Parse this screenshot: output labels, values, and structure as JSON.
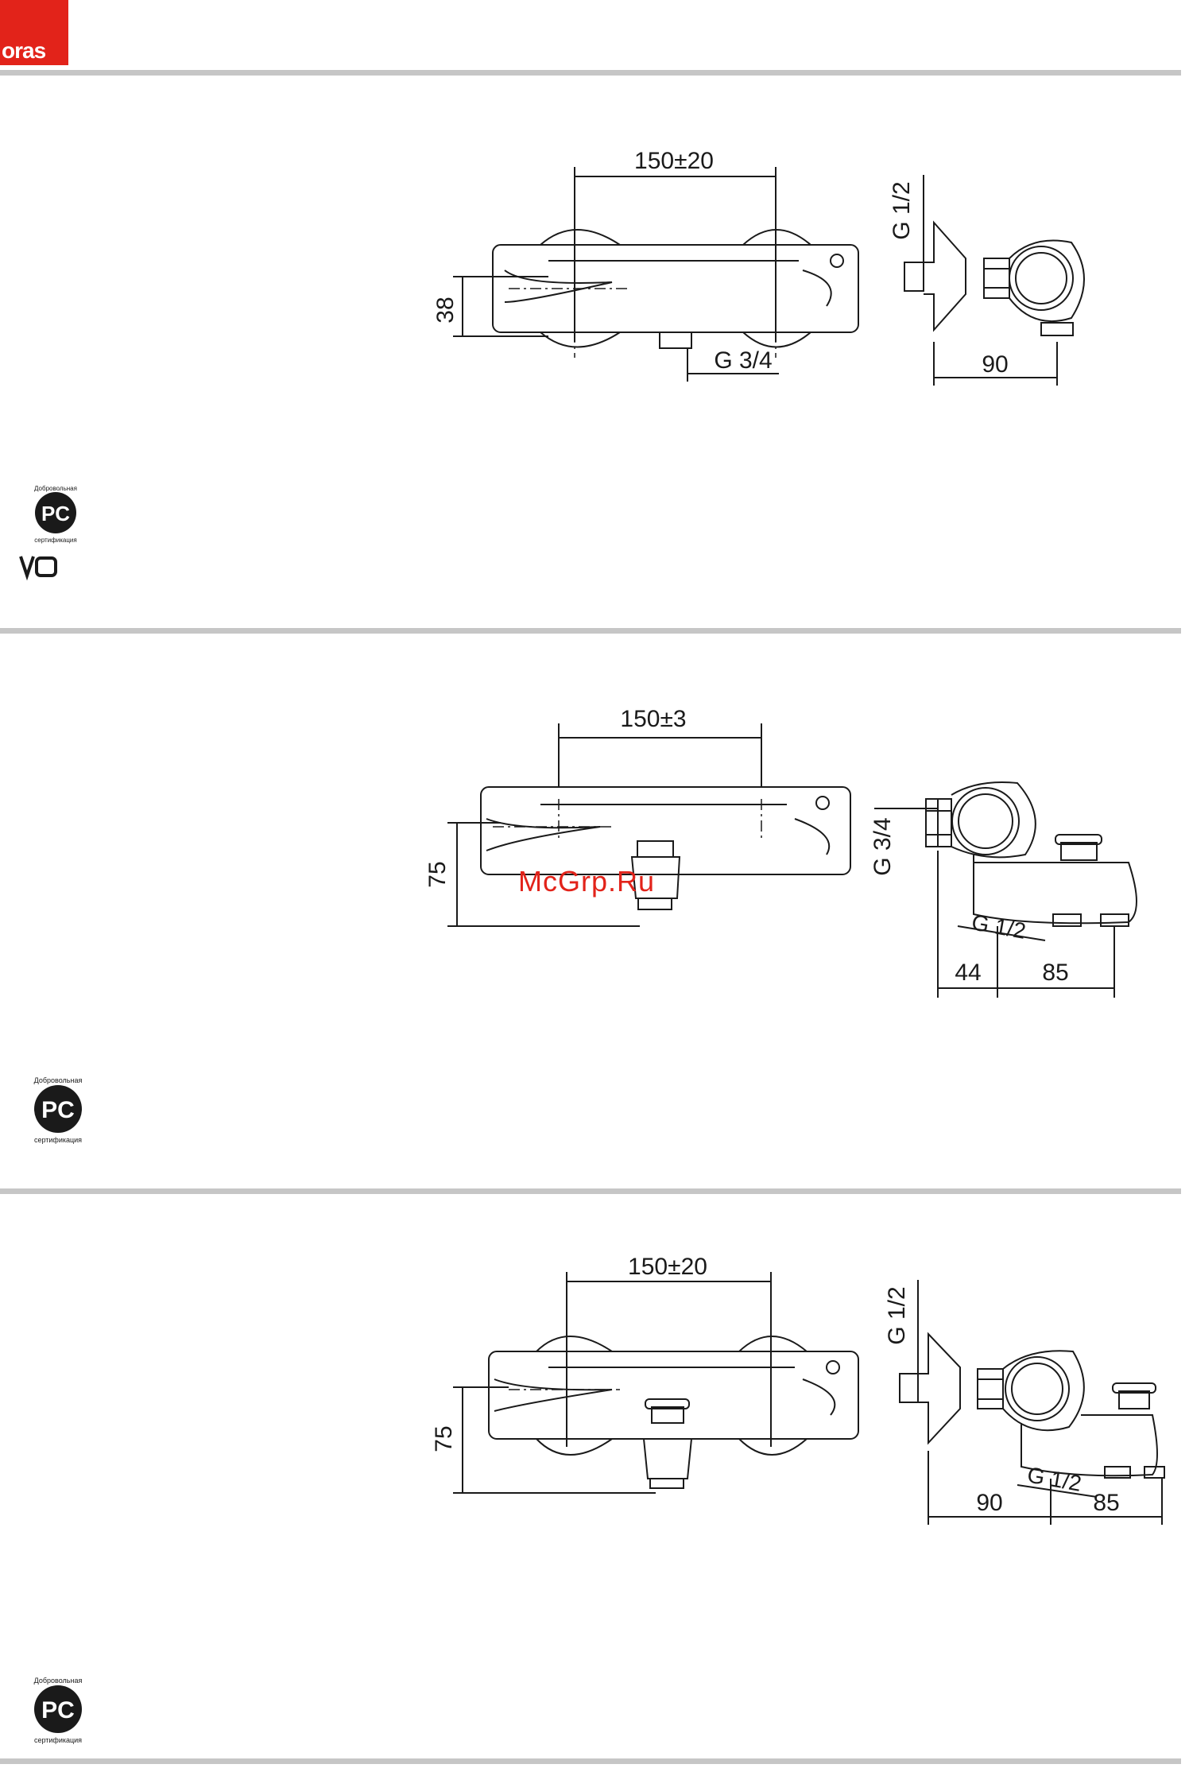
{
  "brand": {
    "logo_text": "oras",
    "color": "#e2231a"
  },
  "watermark": "McGrp.Ru",
  "sections": [
    {
      "front": {
        "width_dim": "150±20",
        "height_dim": "38",
        "outlet_dim": "G 3/4"
      },
      "side": {
        "inlet_dim": "G 1/2",
        "depth_dim": "90"
      },
      "certs": [
        "rst-mark",
        "vd-mark"
      ]
    },
    {
      "front": {
        "width_dim": "150±3",
        "height_dim": "75"
      },
      "side": {
        "inlet_dim": "G 3/4",
        "spout_dim": "G 1/2",
        "dim_a": "44",
        "dim_b": "85"
      },
      "certs": [
        "rst-mark"
      ]
    },
    {
      "front": {
        "width_dim": "150±20",
        "height_dim": "75"
      },
      "side": {
        "inlet_dim": "G 1/2",
        "spout_dim": "G 1/2",
        "dim_a": "90",
        "dim_b": "85"
      },
      "certs": [
        "rst-mark"
      ]
    }
  ],
  "cert_text": {
    "top": "Добровольная",
    "bottom": "сертификация"
  }
}
